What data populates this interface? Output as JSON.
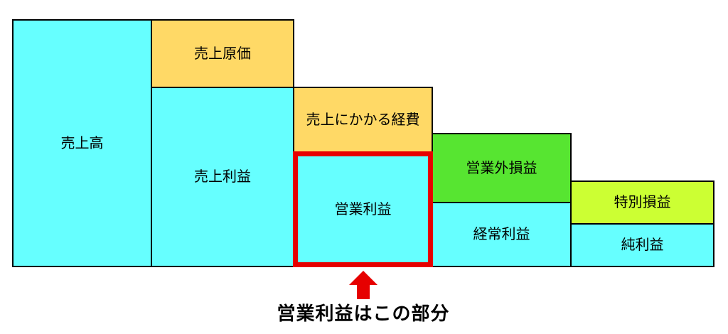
{
  "diagram": {
    "blocks": {
      "sales_revenue": {
        "label": "売上高",
        "color": "#66ffff"
      },
      "cost_of_sales": {
        "label": "売上原価",
        "color": "#ffd966"
      },
      "gross_profit": {
        "label": "売上利益",
        "color": "#66ffff"
      },
      "selling_expenses": {
        "label": "売上にかかる経費",
        "color": "#ffd966"
      },
      "operating_profit": {
        "label": "営業利益",
        "color": "#66ffff",
        "highlight_border_color": "#e60000"
      },
      "non_operating_gains_losses": {
        "label": "営業外損益",
        "color": "#57e531"
      },
      "ordinary_profit": {
        "label": "経常利益",
        "color": "#66ffff"
      },
      "extraordinary_gains_losses": {
        "label": "特別損益",
        "color": "#ccff33"
      },
      "net_profit": {
        "label": "純利益",
        "color": "#66ffff"
      }
    },
    "annotation": {
      "text": "営業利益はこの部分",
      "arrow_color": "#e60000",
      "text_color": "#000000"
    }
  }
}
